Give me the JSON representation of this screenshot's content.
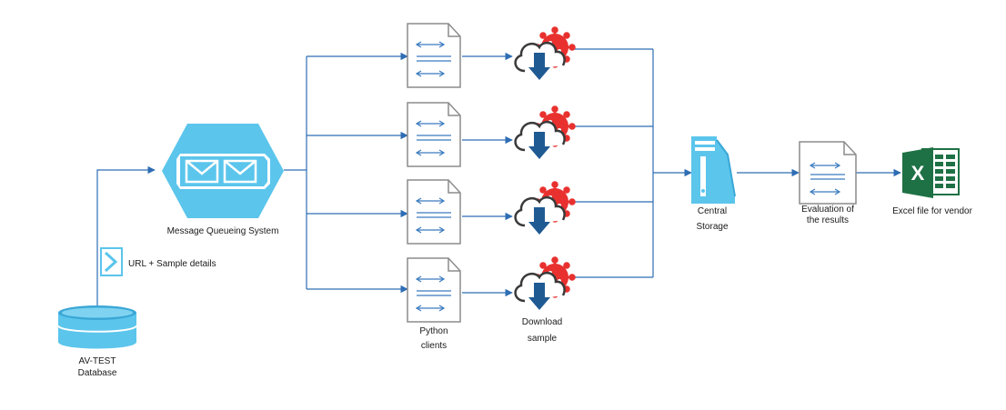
{
  "colors": {
    "line": "#2e6db4",
    "hexagon": "#5bc5ec",
    "hexagon_dark": "#3aa7d6",
    "database": "#5bc5ec",
    "doc_stroke": "#8c8c8c",
    "doc_lines": "#3b7bbf",
    "virus": "#e8312f",
    "cloud": "#3a3a3a",
    "arrow": "#1f5a93",
    "excel_green": "#1e7145"
  },
  "database": {
    "icon": "database-icon",
    "label_line1": "AV-TEST",
    "label_line2": "Database"
  },
  "message_note": {
    "icon": "envelope-chevron-icon",
    "label": "URL + Sample details"
  },
  "queue": {
    "icon": "mail-hexagon-icon",
    "label": "Message Queueing System"
  },
  "clients": {
    "icon": "code-document-icon",
    "count": 4,
    "label_line1": "Python",
    "label_line2": "clients"
  },
  "download": {
    "icon": "cloud-download-virus-icon",
    "count": 4,
    "label_line1": "Download",
    "label_line2": "sample"
  },
  "storage": {
    "icon": "storage-server-icon",
    "label_line1": "Central",
    "label_line2": "Storage"
  },
  "evaluation": {
    "icon": "code-document-icon",
    "label_line1": "Evaluation of",
    "label_line2": "the results"
  },
  "excel": {
    "icon": "excel-file-icon",
    "letter": "X",
    "label": "Excel file for vendor"
  }
}
